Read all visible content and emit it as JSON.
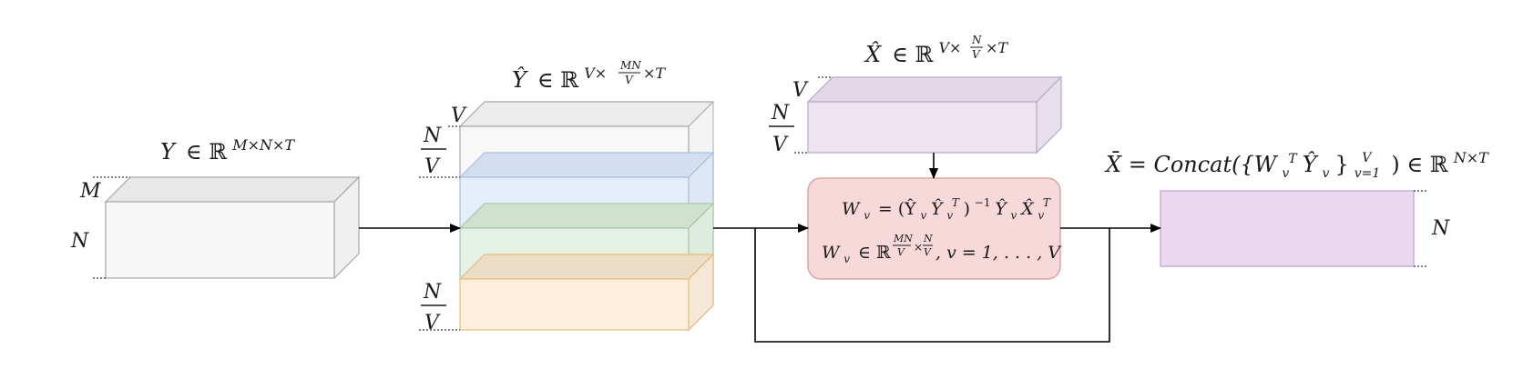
{
  "labels": {
    "y_eq": {
      "sym": "Y",
      "rel": "∈ ℝ",
      "sup": "M×N×T"
    },
    "y_dim_m": "M",
    "y_dim_n": "N",
    "yhat_eq": {
      "sym": "Ŷ",
      "rel": "∈ ℝ",
      "sup_a": "V×",
      "sup_num": "MN",
      "sup_den": "V",
      "sup_b": "×T"
    },
    "yhat_dim_v": "V",
    "yhat_dim_top_num": "N",
    "yhat_dim_top_den": "V",
    "yhat_dim_bot_num": "N",
    "yhat_dim_bot_den": "V",
    "xhat_eq": {
      "sym": "X̂",
      "rel": "∈ ℝ",
      "sup_a": "V×",
      "sup_num": "N",
      "sup_den": "V",
      "sup_b": "×T"
    },
    "xhat_dim_v": "V",
    "xhat_dim_num": "N",
    "xhat_dim_den": "V",
    "w_eq1": "W",
    "w_eq1_sub": "v",
    "w_eq1_rhs": "= (Ŷ",
    "w_eq1_rhs_sub1": "v",
    "w_eq1_rhs_mid": "Ŷ",
    "w_eq1_rhs_sub2": "v",
    "w_eq1_rhs_sup2": "T",
    "w_eq1_rhs_close": ")",
    "w_eq1_rhs_inv": "−1",
    "w_eq1_rhs_tail": "Ŷ",
    "w_eq1_rhs_sub3": "v",
    "w_eq1_rhs_tail2": "X̂",
    "w_eq1_rhs_sub4": "v",
    "w_eq1_rhs_sup4": "T",
    "w_eq2": "W",
    "w_eq2_sub": "v",
    "w_eq2_rel": "∈ ℝ",
    "w_eq2_sup_num1": "MN",
    "w_eq2_sup_den1": "V",
    "w_eq2_sup_x": "×",
    "w_eq2_sup_num2": "N",
    "w_eq2_sup_den2": "V",
    "w_eq2_tail": ", v = 1, . . . , V",
    "xbar_eq": {
      "lhs": "X̄ = Concat({W",
      "sub1": "v",
      "sup1": "T",
      "mid": "Ŷ",
      "sub2": "v",
      "close": "}",
      "sub3": "v=1",
      "sup3": "V",
      "tail": ") ∈ ℝ",
      "sup4": "N×T"
    },
    "xbar_dim_n": "N"
  },
  "colors": {
    "gray_face": "#f7f7f7",
    "gray_top": "#e8e8e8",
    "gray_side": "#f0f0f0",
    "gray_stroke": "#a8a8a8",
    "blue_fill": "#dae8fc",
    "blue_stroke": "#a9bfdc",
    "green_fill": "#d5e8d4",
    "green_stroke": "#a8c8a6",
    "orange_fill": "#ffe6cc",
    "orange_stroke": "#e4be7c",
    "purple_face": "#ede4f0",
    "purple_top": "#e2d8e6",
    "purple_stroke": "#b9a8c8",
    "red_fill": "#f8d9d9",
    "red_stroke": "#d49a9a",
    "xbar_fill": "#ead8f0",
    "xbar_stroke": "#c4a6d4"
  }
}
